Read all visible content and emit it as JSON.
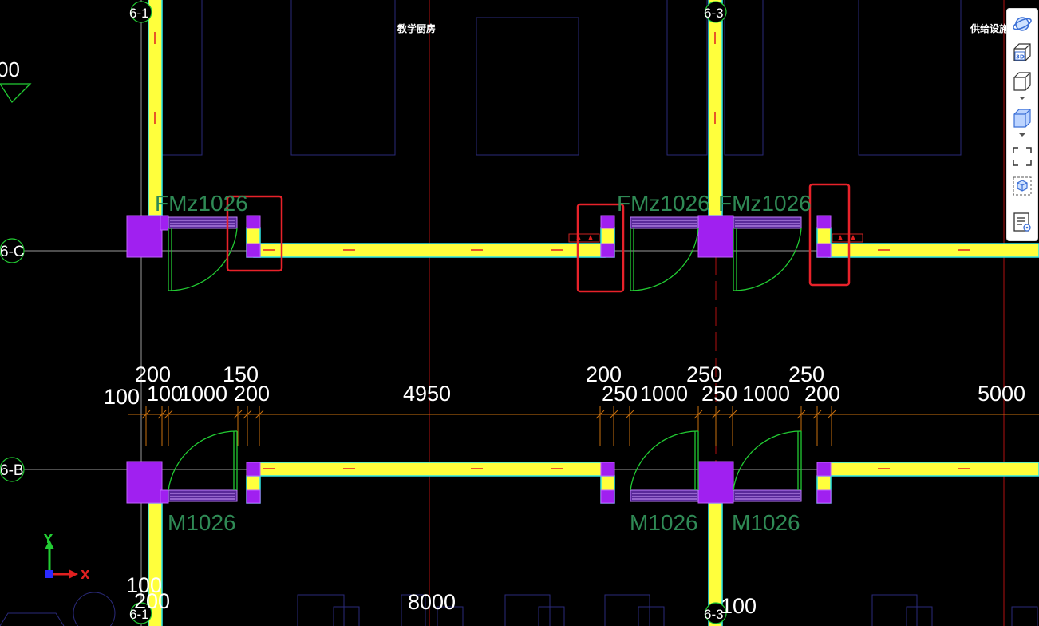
{
  "room_labels": {
    "left": "教学厨房",
    "right": "供给设施"
  },
  "axes": {
    "a1": "6-1",
    "a2": "6-3",
    "a3": "6-1",
    "a4": "6-3",
    "c": "6-C",
    "b": "6-B"
  },
  "elevation_fragment": "00",
  "door_labels": {
    "fm1": "FMz1026",
    "fm2": "FMz1026",
    "fm3": "FMz1026",
    "m1": "M1026",
    "m2": "M1026",
    "m3": "M1026"
  },
  "dimensions": {
    "upper": [
      "200",
      "150",
      "200",
      "250",
      "250"
    ],
    "lower": [
      "100",
      "100",
      "1000",
      "200",
      "4950",
      "250",
      "1000",
      "250",
      "1000",
      "200",
      "5000"
    ],
    "bottom": [
      "100",
      "200",
      "8000",
      "100"
    ]
  },
  "coord_axes": {
    "y": "Y",
    "x": "X"
  },
  "toolbar": {
    "buttons": [
      "orbit-icon",
      "3d-view-icon",
      "view-cube-icon",
      "shaded-cube-icon",
      "zoom-extents-icon",
      "local-3d-icon",
      "properties-icon"
    ],
    "label_3d": "3D"
  }
}
